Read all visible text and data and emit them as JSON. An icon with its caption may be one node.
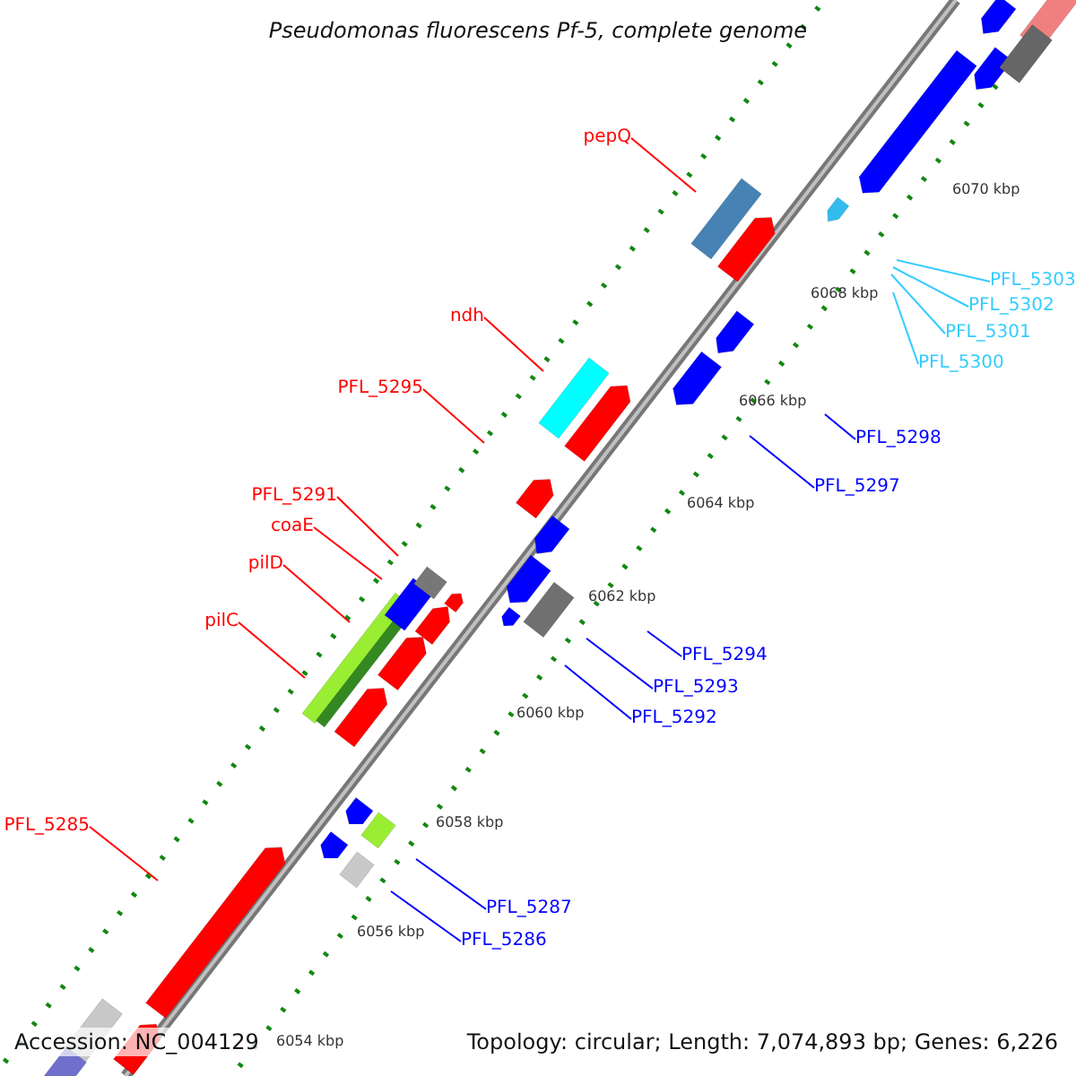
{
  "diagram": {
    "title": "Pseudomonas fluorescens Pf-5, complete genome",
    "nodes": [
      {
        "text": [
          "pepQ"
        ]
      },
      {
        "text": [
          "PFL_5303"
        ]
      },
      {
        "text": [
          "PFL_5302"
        ]
      },
      {
        "text": [
          "PFL_5301"
        ]
      },
      {
        "text": [
          "ndh"
        ]
      },
      {
        "text": [
          "PFL_5300"
        ]
      },
      {
        "text": [
          "PFL_5295"
        ]
      },
      {
        "text": [
          "PFL_5298"
        ]
      },
      {
        "text": [
          "PFL_5297"
        ]
      },
      {
        "text": [
          "PFL_5291"
        ]
      },
      {
        "text": [
          "coaE"
        ]
      },
      {
        "text": [
          "pilD"
        ]
      },
      {
        "text": [
          "pilC"
        ]
      },
      {
        "text": [
          "PFL_5294"
        ]
      },
      {
        "text": [
          "PFL_5293"
        ]
      },
      {
        "text": [
          "PFL_5292"
        ]
      },
      {
        "text": [
          "PFL_5285"
        ]
      },
      {
        "text": [
          "PFL_5287"
        ]
      },
      {
        "text": [
          "PFL_5286"
        ]
      }
    ],
    "edges": [
      {
        "from": 0,
        "to": null,
        "arrow": "none"
      },
      {
        "from": 1,
        "to": null,
        "arrow": "none",
        "color": "#33ccff"
      },
      {
        "from": 2,
        "to": null,
        "arrow": "none",
        "color": "#33ccff"
      },
      {
        "from": 3,
        "to": null,
        "arrow": "none",
        "color": "#33ccff"
      },
      {
        "from": 4,
        "to": null,
        "arrow": "none"
      },
      {
        "from": 5,
        "to": null,
        "arrow": "none",
        "color": "#33ccff"
      },
      {
        "from": 6,
        "to": null,
        "arrow": "none"
      },
      {
        "from": 7,
        "to": null,
        "arrow": "none",
        "color": "#0000ff"
      },
      {
        "from": 8,
        "to": null,
        "arrow": "none",
        "color": "#0000ff"
      },
      {
        "from": 9,
        "to": null,
        "arrow": "none"
      },
      {
        "from": 10,
        "to": null,
        "arrow": "none"
      },
      {
        "from": 11,
        "to": null,
        "arrow": "none"
      },
      {
        "from": 12,
        "to": null,
        "arrow": "none"
      },
      {
        "from": 13,
        "to": null,
        "arrow": "none",
        "color": "#0000ff"
      },
      {
        "from": 14,
        "to": null,
        "arrow": "none",
        "color": "#0000ff"
      },
      {
        "from": 15,
        "to": null,
        "arrow": "none",
        "color": "#0000ff"
      },
      {
        "from": 16,
        "to": null,
        "arrow": "none"
      },
      {
        "from": 17,
        "to": null,
        "arrow": "none",
        "color": "#0000ff"
      },
      {
        "from": 18,
        "to": null,
        "arrow": "none",
        "color": "#0000ff"
      }
    ],
    "labels": [
      "6070 kbp",
      "6068 kbp",
      "6066 kbp",
      "6064 kbp",
      "6062 kbp",
      "6060 kbp",
      "6058 kbp",
      "6056 kbp",
      "6054 kbp",
      "Accession: NC_004129",
      "Topology: circular; Length: 7,074,893 bp; Genes: 6,226"
    ]
  }
}
